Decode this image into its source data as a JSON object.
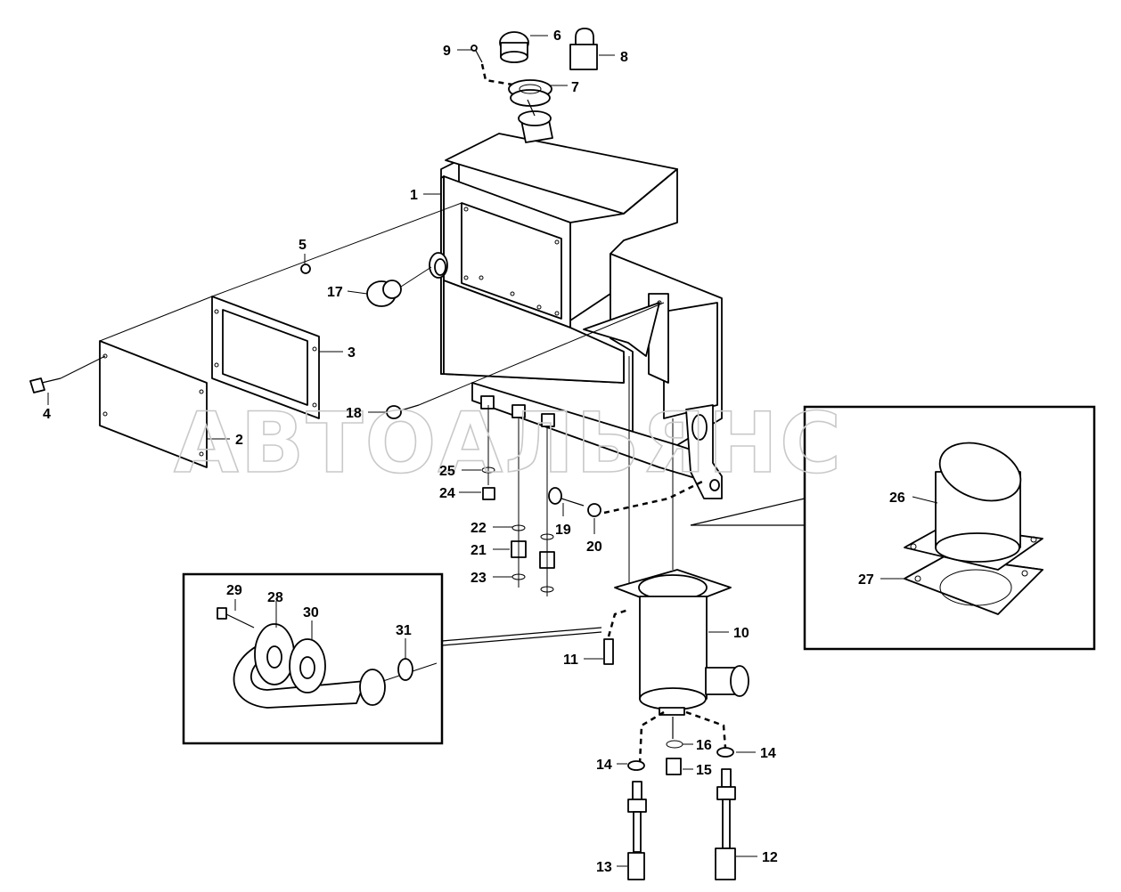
{
  "watermark": "АВТОАЛЬЯНС",
  "callouts": {
    "c1": "1",
    "c2": "2",
    "c3": "3",
    "c4": "4",
    "c5": "5",
    "c6": "6",
    "c7": "7",
    "c8": "8",
    "c9": "9",
    "c10": "10",
    "c11": "11",
    "c12": "12",
    "c13": "13",
    "c14a": "14",
    "c14b": "14",
    "c15": "15",
    "c16": "16",
    "c17": "17",
    "c18": "18",
    "c19": "19",
    "c20": "20",
    "c21": "21",
    "c22": "22",
    "c23": "23",
    "c24": "24",
    "c25": "25",
    "c26": "26",
    "c27": "27",
    "c28": "28",
    "c29": "29",
    "c30": "30",
    "c31": "31"
  }
}
